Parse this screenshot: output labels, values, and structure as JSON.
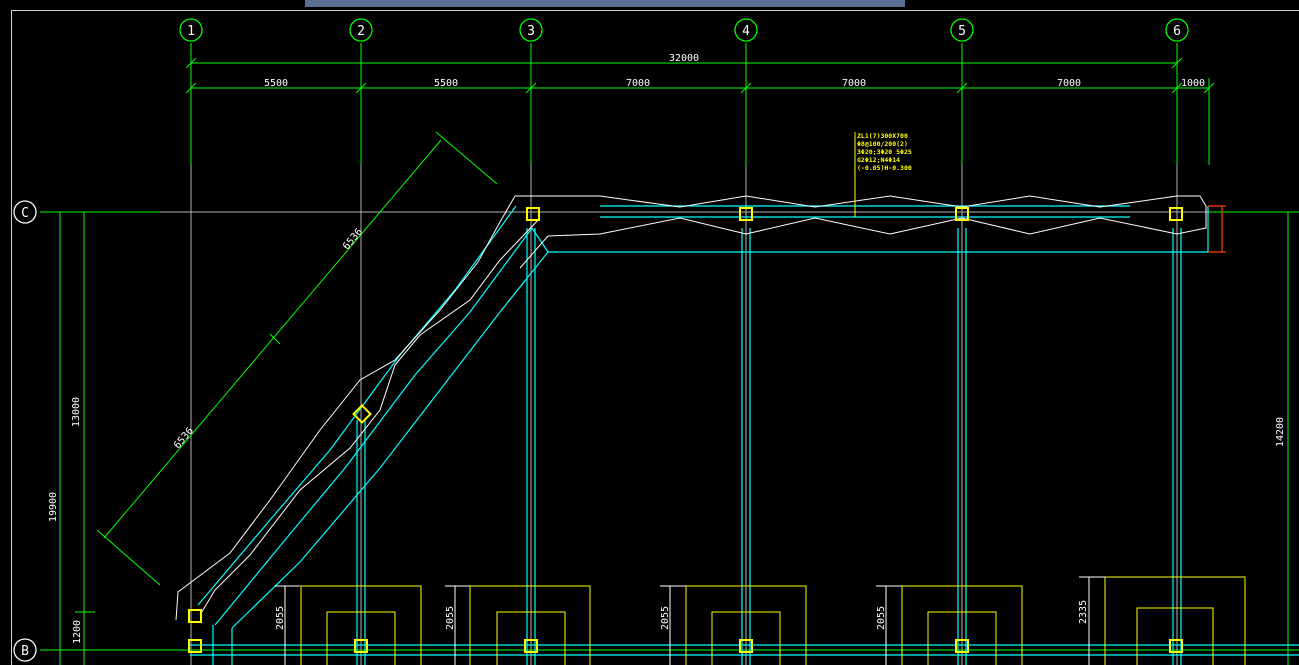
{
  "window": {
    "title": ""
  },
  "colors": {
    "background": "#000000",
    "grid_axis": "#00ff00",
    "dimension": "#00ff00",
    "beam": "#00ffff",
    "outline": "#ffffff",
    "column": "#ffff00",
    "annotation": "#ffff00",
    "marker": "#ff4500",
    "tab_bar": "#5b6f96"
  },
  "axes": {
    "vertical": [
      {
        "label": "1"
      },
      {
        "label": "2"
      },
      {
        "label": "3"
      },
      {
        "label": "4"
      },
      {
        "label": "5"
      },
      {
        "label": "6"
      }
    ],
    "horizontal": [
      {
        "label": "C"
      },
      {
        "label": "B"
      }
    ]
  },
  "dimensions": {
    "overall_top": "32000",
    "spans_top": [
      "5500",
      "5500",
      "7000",
      "7000",
      "7000",
      "1000"
    ],
    "diagonal_upper": "6536",
    "diagonal_lower": "6536",
    "left_inner": "13000",
    "left_outer": "19900",
    "left_bottom": "1200",
    "right": "14200",
    "footings": [
      "2055",
      "2055",
      "2055",
      "2055",
      "2335"
    ]
  },
  "annotation_note": {
    "lines": [
      "ZL1(7)300X700",
      "Φ8@100/200(2)",
      "3Φ20;3Φ20     5Φ25",
      "G2Φ12;N4Φ14",
      "(-0.05)H-0.300"
    ]
  }
}
